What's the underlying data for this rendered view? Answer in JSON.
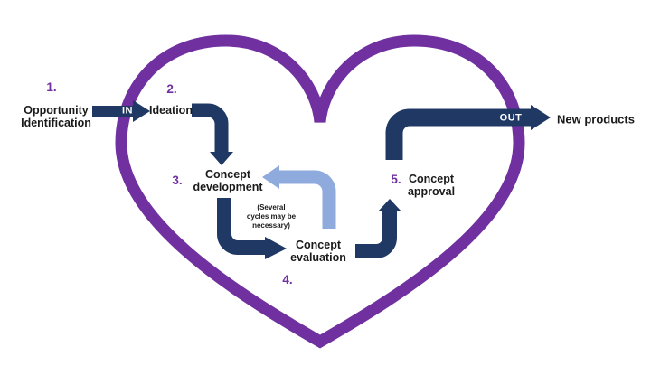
{
  "background": "#ffffff",
  "colors": {
    "heart": "#7030A0",
    "arrow_dark": "#1F3864",
    "arrow_light": "#8FAADC",
    "step_number": "#7030A0",
    "text": "#1a1a1a",
    "io_text": "#ffffff"
  },
  "steps": {
    "s1": {
      "number": "1.",
      "label": "Opportunity\nIdentification"
    },
    "s2": {
      "number": "2.",
      "label": "Ideation"
    },
    "s3": {
      "number": "3.",
      "label": "Concept\ndevelopment"
    },
    "s4": {
      "number": "4.",
      "label": "Concept\nevaluation"
    },
    "s5": {
      "number": "5.",
      "label": "Concept\napproval"
    }
  },
  "flow": {
    "in_label": "IN",
    "out_label": "OUT",
    "output_label": "New products",
    "cycle_note": "(Several\ncycles may be\nnecessary)"
  }
}
